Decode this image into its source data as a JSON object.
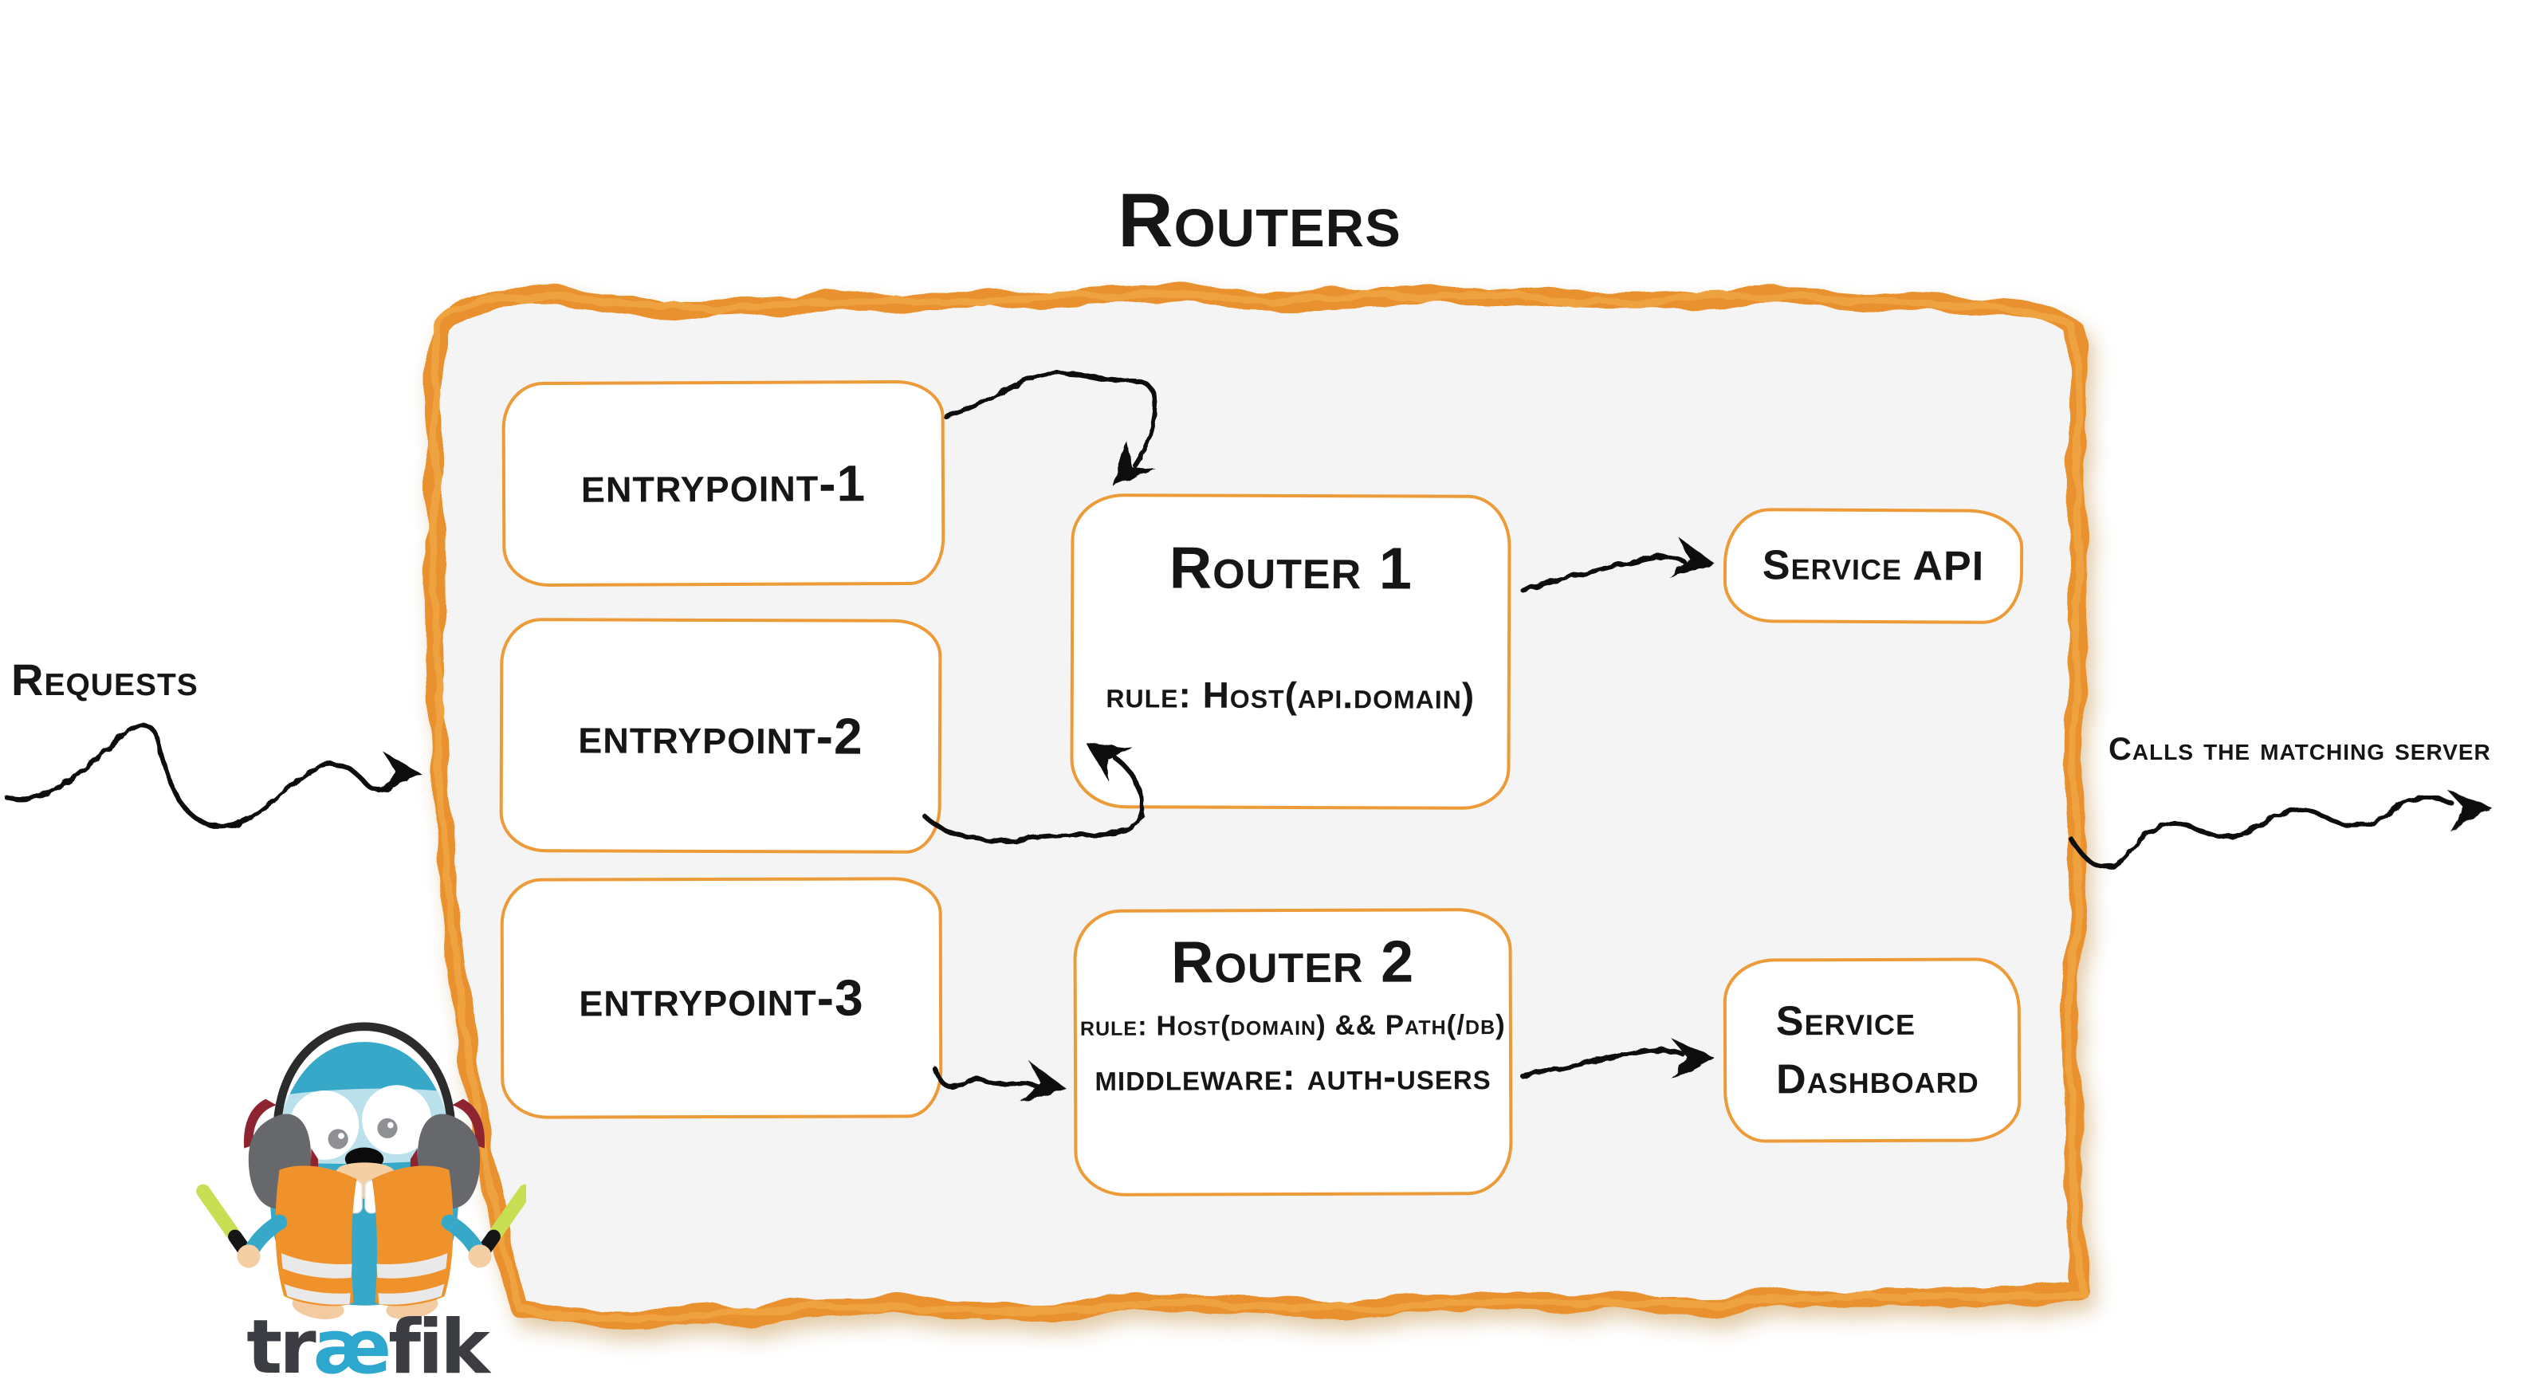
{
  "title": "Routers",
  "flow": {
    "requests_label": "Requests",
    "calls_label": "Calls the matching server"
  },
  "entrypoints": [
    {
      "label": "entrypoint-1"
    },
    {
      "label": "entrypoint-2"
    },
    {
      "label": "entrypoint-3"
    }
  ],
  "routers": [
    {
      "name": "Router 1",
      "rule": "rule: Host(api.domain)"
    },
    {
      "name": "Router 2",
      "rule": "rule: Host(domain) && Path(/db)",
      "middleware": "middleware: auth-users"
    }
  ],
  "services": [
    {
      "label": "Service API",
      "lines": [
        "Service API"
      ]
    },
    {
      "label": "Service Dashboard",
      "lines": [
        "Service",
        "Dashboard"
      ]
    }
  ],
  "brand": {
    "wordmark_start": "tr",
    "wordmark_mid": "æ",
    "wordmark_end": "fik",
    "mascot": "traefik-gopher-mascot"
  },
  "colors": {
    "container_border": "#E8912D",
    "box_border": "#ED9A38",
    "container_fill": "#F4F4F4",
    "arrow_black": "#111111",
    "gopher_blue": "#38A8C8",
    "vest_orange": "#F0922B",
    "stick_green": "#C6DF53",
    "headphone_gray": "#66686B",
    "headphone_red": "#8E2430",
    "skin_tan": "#F4CFA4",
    "wordmark_dark": "#3B3D42",
    "wordmark_blue": "#2EA7CF"
  }
}
